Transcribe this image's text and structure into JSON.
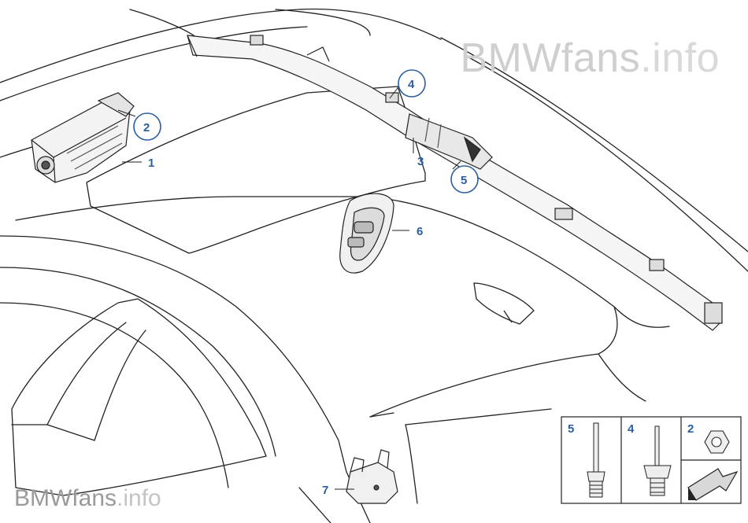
{
  "watermark": {
    "main": "BMWfans",
    "suffix": ".info"
  },
  "callouts": [
    {
      "id": "c1",
      "label": "1"
    },
    {
      "id": "c2",
      "label": "2"
    },
    {
      "id": "c3",
      "label": "3"
    },
    {
      "id": "c4",
      "label": "4"
    },
    {
      "id": "c5",
      "label": "5"
    },
    {
      "id": "c6",
      "label": "6"
    },
    {
      "id": "c7",
      "label": "7"
    }
  ],
  "parts_table": {
    "cells": [
      {
        "label": "5",
        "part": "rivet-pin"
      },
      {
        "label": "4",
        "part": "expanding-rivet"
      },
      {
        "label": "2",
        "part": "hex-nut"
      }
    ]
  }
}
